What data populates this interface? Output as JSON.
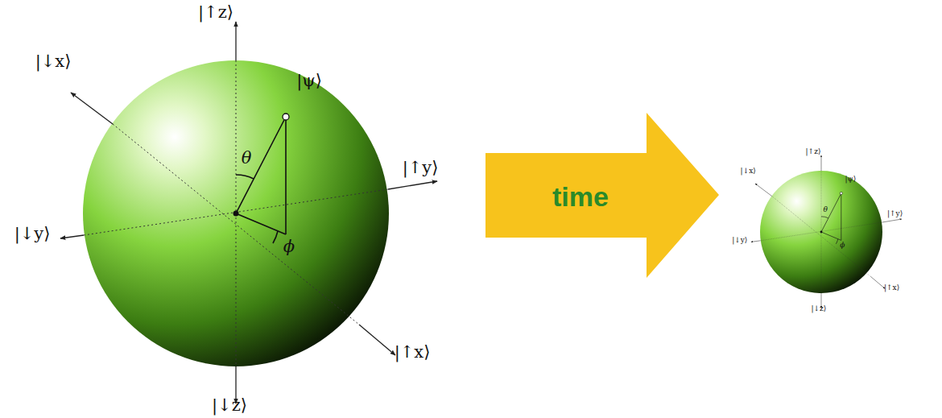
{
  "diagram": {
    "nodes": [
      {
        "text": [
          "time"
        ]
      }
    ],
    "labels": [
      "|↑z⟩",
      "|↓x⟩",
      "|ψ⟩",
      "|↑y⟩",
      "|↓y⟩",
      "θ",
      "ϕ",
      "|↑x⟩",
      "|↓z⟩",
      "|↑z⟩",
      "|↓x⟩",
      "|ψ⟩",
      "|↑y⟩",
      "|↓y⟩",
      "θ",
      "ϕ",
      "|↑x⟩",
      "|↓z⟩"
    ]
  }
}
